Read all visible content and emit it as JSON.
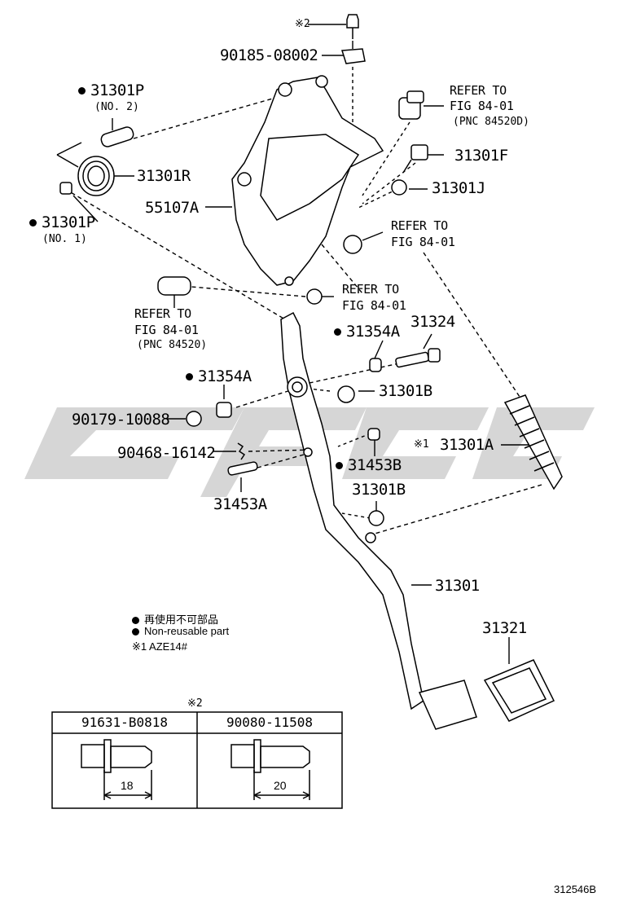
{
  "diagram": {
    "labels": {
      "top_screw_note": "※2",
      "p90185": "90185-08002",
      "p31301P_2": "31301P",
      "p31301P_2_sub": "(NO. 2)",
      "p31301R": "31301R",
      "p55107A": "55107A",
      "p31301P_1": "31301P",
      "p31301P_1_sub": "(NO. 1)",
      "ref1_a": "REFER TO",
      "ref1_b": "FIG 84-01",
      "ref1_c": "(PNC 84520D)",
      "p31301F": "31301F",
      "p31301J": "31301J",
      "ref2_a": "REFER TO",
      "ref2_b": "FIG 84-01",
      "ref3_a": "REFER TO",
      "ref3_b": "FIG 84-01",
      "ref4_a": "REFER TO",
      "ref4_b": "FIG 84-01",
      "ref4_c": "(PNC 84520)",
      "p31354A_r": "31354A",
      "p31324": "31324",
      "p31354A_l": "31354A",
      "p31301B_top": "31301B",
      "p90179": "90179-10088",
      "p90468": "90468-16142",
      "p31301A_note": "※1",
      "p31301A": "31301A",
      "p31453B": "31453B",
      "p31453A": "31453A",
      "p31301B_bot": "31301B",
      "p31301": "31301",
      "p31321": "31321"
    },
    "legend": {
      "line1": "再使用不可部品",
      "line2": "Non-reusable part",
      "line3": "※1 AZE14#"
    },
    "table": {
      "note": "※2",
      "col1_header": "91631-B0818",
      "col2_header": "90080-11508",
      "col1_dim": "18",
      "col2_dim": "20"
    },
    "figure_code": "312546B",
    "watermark_color": "#d4d4d4"
  }
}
